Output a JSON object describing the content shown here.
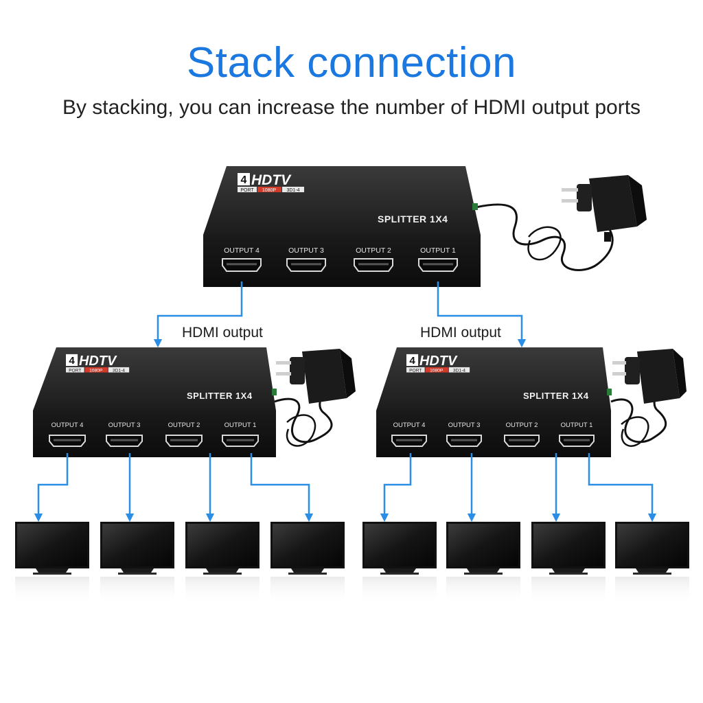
{
  "header": {
    "title": "Stack connection",
    "subtitle": "By stacking, you can increase the number of HDMI output ports"
  },
  "device": {
    "brand_big": "4",
    "brand_word": "HDTV",
    "badge_left": "PORT",
    "badge_mid": "1080P",
    "badge_right": "3D1-4",
    "model": "SPLITTER 1X4",
    "ports": [
      "OUTPUT 4",
      "OUTPUT 3",
      "OUTPUT 2",
      "OUTPUT 1"
    ]
  },
  "connections": {
    "left_label": "HDMI output",
    "right_label": "HDMI output"
  },
  "colors": {
    "accent": "#1a78e0",
    "arrow": "#2b8ee6",
    "device_body": "#1e1e1e",
    "badge_red": "#d23a2a"
  }
}
